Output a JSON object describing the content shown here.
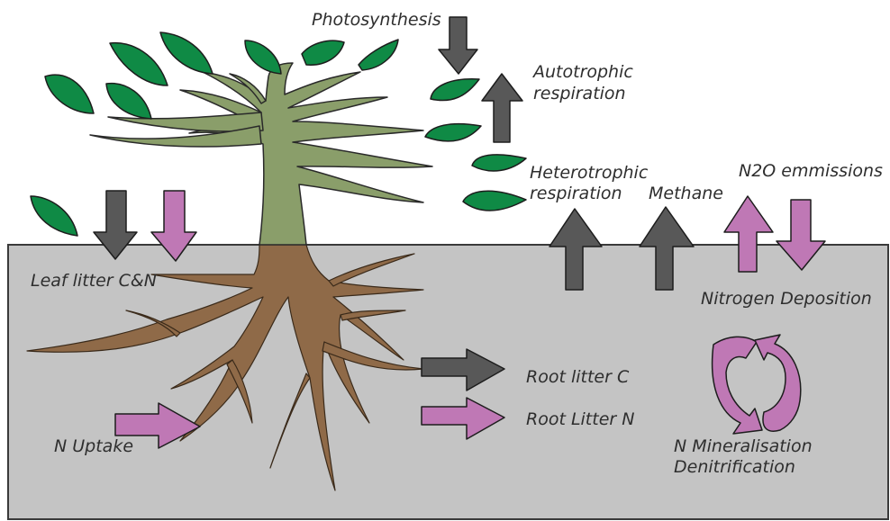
{
  "labels": {
    "photosynthesis": "Photosynthesis",
    "autotrophic_1": "Autotrophic",
    "autotrophic_2": "respiration",
    "heterotrophic_1": "Heterotrophic",
    "heterotrophic_2": "respiration",
    "methane": "Methane",
    "n2o": "N2O emmissions",
    "leaf_litter": "Leaf litter C&N",
    "nitrogen_deposition": "Nitrogen Deposition",
    "root_litter_c": "Root litter C",
    "root_litter_n": "Root Litter N",
    "n_uptake": "N Uptake",
    "n_mineralisation": "N Mineralisation",
    "denitrification": "Denitrification"
  },
  "colors": {
    "soil": "#c4c4c4",
    "trunk": "#8a9e6a",
    "leaf": "#0f8a45",
    "root": "#8f6a48",
    "carbon_arrow": "#585858",
    "nitrogen_arrow": "#bf78b5",
    "outline": "#2a2a2a"
  }
}
